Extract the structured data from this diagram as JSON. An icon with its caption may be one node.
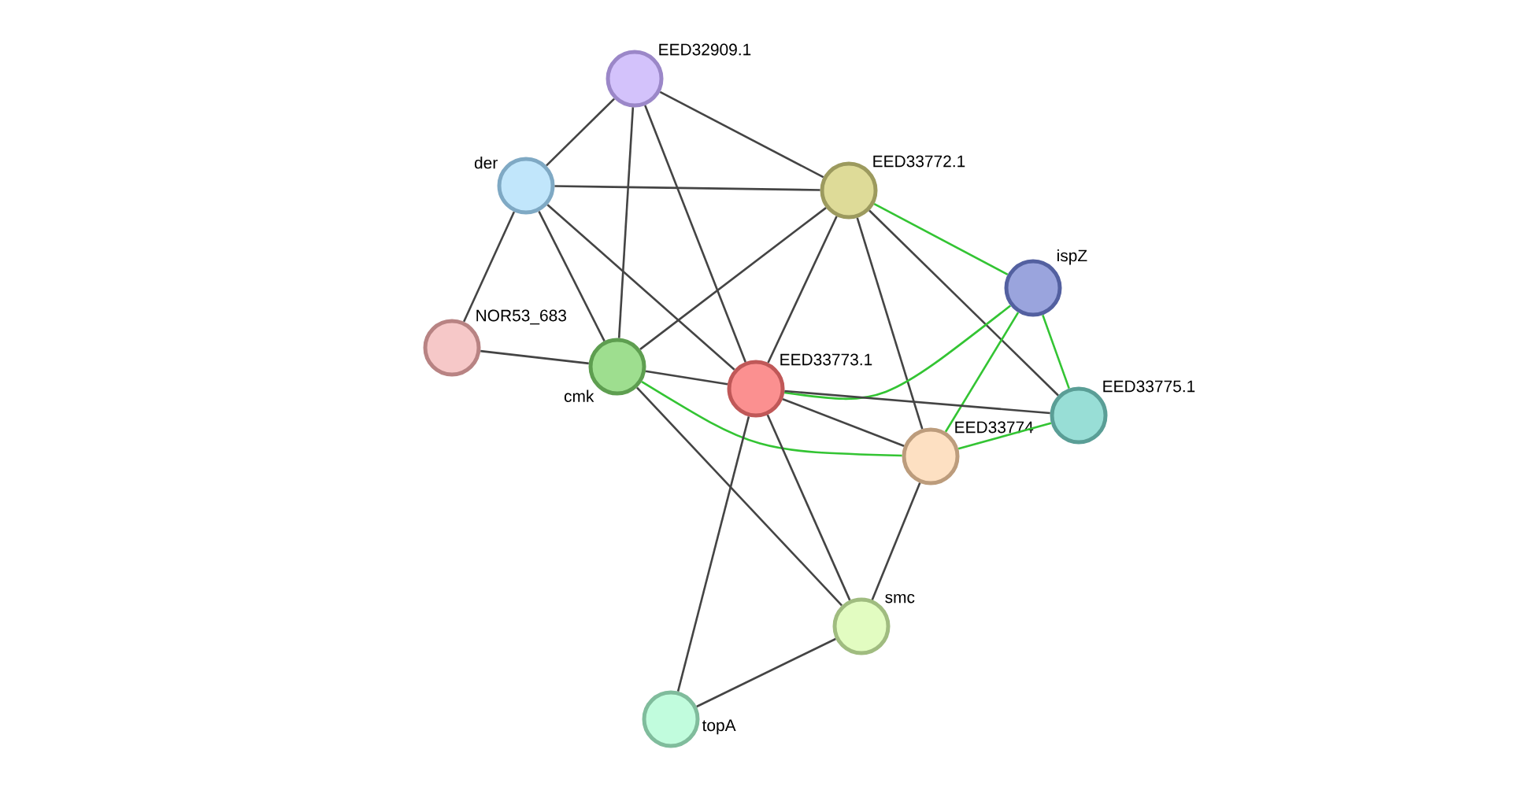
{
  "diagram": {
    "nodes": [
      {
        "text": [
          "EED32909.1"
        ]
      },
      {
        "text": [
          "der"
        ]
      },
      {
        "text": [
          "EED33772.1"
        ]
      },
      {
        "text": [
          "ispZ"
        ]
      },
      {
        "text": [
          "NOR53_683"
        ]
      },
      {
        "text": [
          "cmk"
        ]
      },
      {
        "text": [
          "EED33773.1"
        ]
      },
      {
        "text": [
          "EED33775.1"
        ]
      },
      {
        "text": [
          "EED33774"
        ]
      },
      {
        "text": [
          "smc"
        ]
      },
      {
        "text": [
          "topA"
        ]
      }
    ],
    "edges": [
      {
        "from": 0,
        "to": 1,
        "arrow": "none"
      },
      {
        "from": 0,
        "to": 5,
        "arrow": "none"
      },
      {
        "from": 0,
        "to": 6,
        "arrow": "none"
      },
      {
        "from": 0,
        "to": 2,
        "arrow": "none"
      },
      {
        "from": 1,
        "to": 2,
        "arrow": "none"
      },
      {
        "from": 1,
        "to": 4,
        "arrow": "none"
      },
      {
        "from": 1,
        "to": 5,
        "arrow": "none"
      },
      {
        "from": 1,
        "to": 6,
        "arrow": "none"
      },
      {
        "from": 2,
        "to": 5,
        "arrow": "none"
      },
      {
        "from": 2,
        "to": 6,
        "arrow": "none"
      },
      {
        "from": 2,
        "to": 3,
        "arrow": "none",
        "color": "#33c433"
      },
      {
        "from": 2,
        "to": 8,
        "arrow": "none"
      },
      {
        "from": 2,
        "to": 7,
        "arrow": "none"
      },
      {
        "from": 3,
        "to": 6,
        "arrow": "none",
        "color": "#33c433"
      },
      {
        "from": 3,
        "to": 8,
        "arrow": "none",
        "color": "#33c433"
      },
      {
        "from": 3,
        "to": 7,
        "arrow": "none",
        "color": "#33c433"
      },
      {
        "from": 4,
        "to": 5,
        "arrow": "none"
      },
      {
        "from": 5,
        "to": 6,
        "arrow": "none"
      },
      {
        "from": 5,
        "to": 8,
        "arrow": "none",
        "color": "#33c433"
      },
      {
        "from": 5,
        "to": 9,
        "arrow": "none"
      },
      {
        "from": 6,
        "to": 7,
        "arrow": "none"
      },
      {
        "from": 6,
        "to": 8,
        "arrow": "none"
      },
      {
        "from": 6,
        "to": 9,
        "arrow": "none"
      },
      {
        "from": 6,
        "to": 10,
        "arrow": "none"
      },
      {
        "from": 8,
        "to": 7,
        "arrow": "none",
        "color": "#33c433"
      },
      {
        "from": 8,
        "to": 9,
        "arrow": "none"
      },
      {
        "from": 9,
        "to": 10,
        "arrow": "none"
      }
    ]
  }
}
